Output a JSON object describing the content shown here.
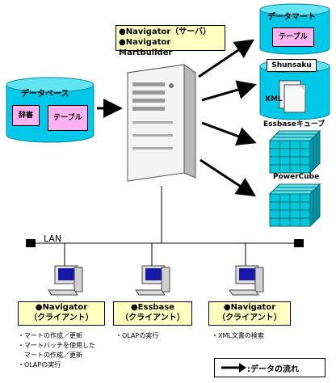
{
  "server_label": {
    "line1": "●Navigator（サーバ）",
    "line2": "●Navigator Martbuilder"
  },
  "database": {
    "title": "データベース",
    "dict": "辞書",
    "table": "テーブル"
  },
  "data_mart": {
    "title": "データマート",
    "table": "テーブル"
  },
  "shunsaku": {
    "title": "Shunsaku",
    "xml": "XML"
  },
  "essbase_cube": "Essbaseキューブ",
  "powercube": "PowerCube",
  "lan": "LAN",
  "clients": [
    {
      "line1": "●Navigator",
      "line2": "（クライアント）",
      "bullets": [
        "・マートの作成／更新",
        "・マートバッチを使用した",
        "　マートの作成／更新",
        "・OLAPの実行"
      ]
    },
    {
      "line1": "●Essbase",
      "line2": "（クライアント）",
      "bullets": [
        "・OLAPの実行"
      ]
    },
    {
      "line1": "●Navigator",
      "line2": "（クライアント）",
      "bullets": [
        "・XML文書の検索"
      ]
    }
  ],
  "legend": ":データの流れ",
  "colors": {
    "cylinder": "#00c8e8",
    "pink": "#ffb0f0",
    "yellow": "#ffffc0",
    "cube": "#00b8c8"
  }
}
